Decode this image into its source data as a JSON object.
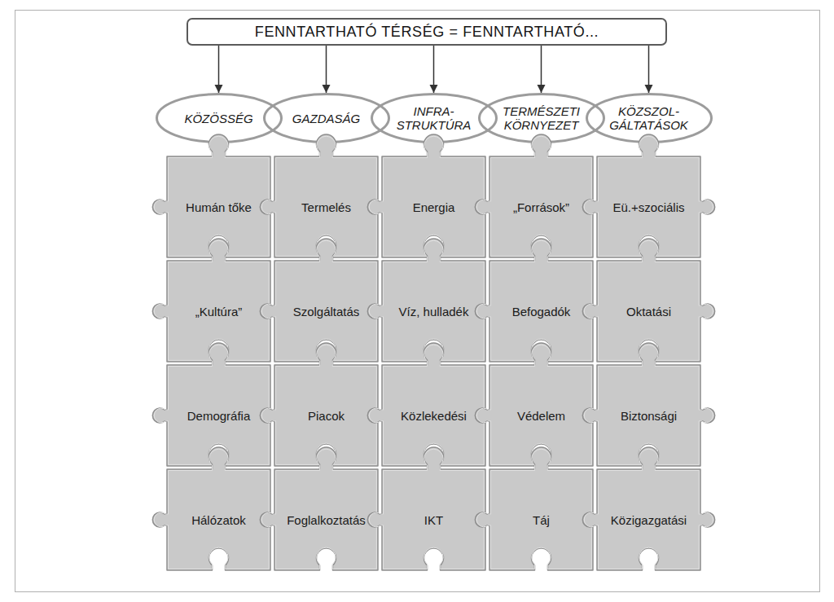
{
  "diagram": {
    "nodes": [
      {
        "text": [
          "FENNTARTHATÓ TÉRSÉG = FENNTARTHATÓ..."
        ]
      },
      {
        "text": [
          "KÖZÖSSÉG"
        ]
      },
      {
        "text": [
          "GAZDASÁG"
        ]
      },
      {
        "text": [
          "INFRA- STRUKTÚRA"
        ]
      },
      {
        "text": [
          "TERMÉSZETI KÖRNYEZET"
        ]
      },
      {
        "text": [
          "KÖZSZOL- GÁLTATÁSOK"
        ]
      },
      {
        "text": [
          "Humán tőke"
        ]
      },
      {
        "text": [
          "Termelés"
        ]
      },
      {
        "text": [
          "Energia"
        ]
      },
      {
        "text": [
          "„Források”"
        ]
      },
      {
        "text": [
          "Eü.+szociális"
        ]
      },
      {
        "text": [
          "„Kultúra”"
        ]
      },
      {
        "text": [
          "Szolgáltatás"
        ]
      },
      {
        "text": [
          "Víz, hulladék"
        ]
      },
      {
        "text": [
          "Befogadók"
        ]
      },
      {
        "text": [
          "Oktatási"
        ]
      },
      {
        "text": [
          "Demográfia"
        ]
      },
      {
        "text": [
          "Piacok"
        ]
      },
      {
        "text": [
          "Közlekedési"
        ]
      },
      {
        "text": [
          "Védelem"
        ]
      },
      {
        "text": [
          "Biztonsági"
        ]
      },
      {
        "text": [
          "Hálózatok"
        ]
      },
      {
        "text": [
          "Foglalkoztatás"
        ]
      },
      {
        "text": [
          "IKT"
        ]
      },
      {
        "text": [
          "Táj"
        ]
      },
      {
        "text": [
          "Közigazgatási"
        ]
      }
    ],
    "edges": [
      {
        "from": 0,
        "to": 1,
        "arrow": "to"
      },
      {
        "from": 0,
        "to": 2,
        "arrow": "to"
      },
      {
        "from": 0,
        "to": 3,
        "arrow": "to"
      },
      {
        "from": 0,
        "to": 4,
        "arrow": "to"
      },
      {
        "from": 0,
        "to": 5,
        "arrow": "to"
      }
    ]
  }
}
